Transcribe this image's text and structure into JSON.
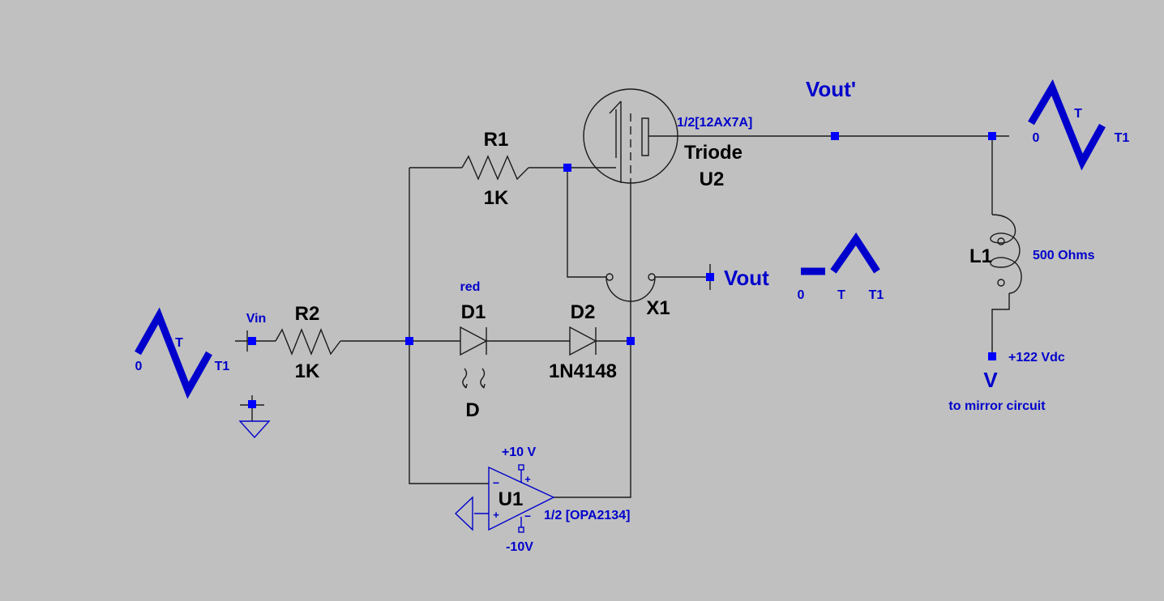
{
  "components": {
    "r1": {
      "name": "R1",
      "value": "1K"
    },
    "r2": {
      "name": "R2",
      "value": "1K"
    },
    "d1": {
      "name": "D1",
      "model": "D",
      "color_label": "red"
    },
    "d2": {
      "name": "D2",
      "model": "1N4148"
    },
    "u2": {
      "type": "Triode",
      "name": "U2",
      "part": "1/2[12AX7A]"
    },
    "u1": {
      "name": "U1",
      "part": "1/2 [OPA2134]",
      "pos_supply": "+10 V",
      "neg_supply": "-10V",
      "plus": "+",
      "minus": "−"
    },
    "x1": {
      "name": "X1"
    },
    "l1": {
      "name": "L1",
      "value": "500 Ohms"
    }
  },
  "nets": {
    "vin": "Vin",
    "vout": "Vout",
    "vout_prime": "Vout'",
    "supply": "+122 Vdc",
    "supply_node": "V",
    "supply_note": "to mirror circuit"
  },
  "waveforms": {
    "input": {
      "zero": "0",
      "t": "T",
      "t1": "T1"
    },
    "vout": {
      "zero": "0",
      "t": "T",
      "t1": "T1"
    },
    "vout_prime": {
      "zero": "0",
      "t": "T",
      "t1": "T1"
    }
  },
  "colors": {
    "background": "#c0c0c0",
    "wire": "#1a1a1a",
    "label_blue": "#0000cc",
    "node": "#0000ff"
  }
}
